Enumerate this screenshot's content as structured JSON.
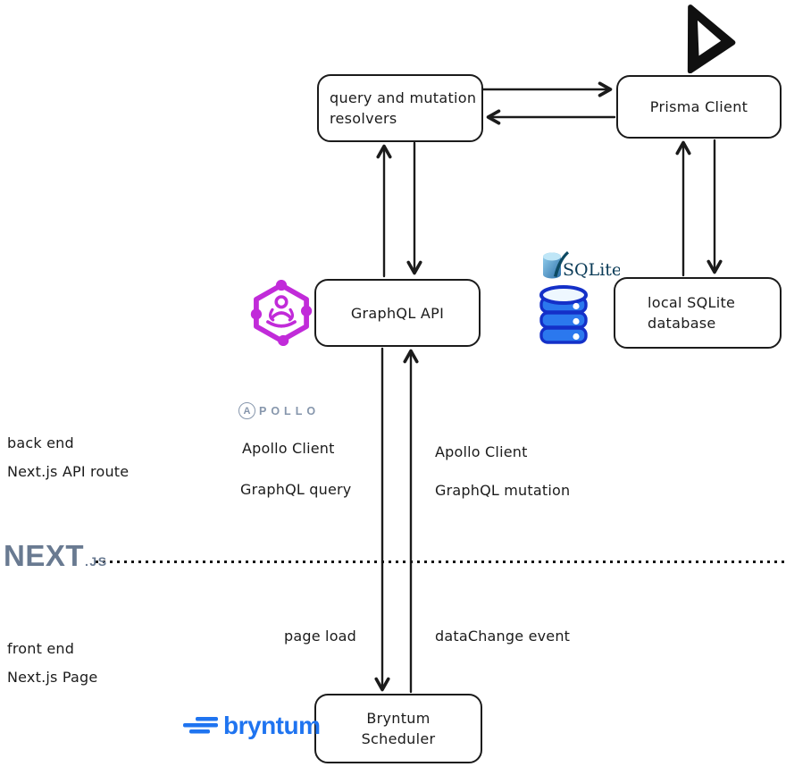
{
  "colors": {
    "ink": "#1b1b1b",
    "yoga_magenta": "#c12bd9",
    "apollo_gray": "#8696ac",
    "nextjs_gray": "#697a91",
    "bryntum_blue": "#1f74f0",
    "sqlite_navy": "#0a3b57",
    "database_blue": "#2b78ee"
  },
  "boxes": {
    "resolvers": {
      "label": "query and mutation\nresolvers"
    },
    "prisma_client": {
      "label": "Prisma Client"
    },
    "graphql_api": {
      "label": "GraphQL API"
    },
    "local_sqlite_db": {
      "label": "local SQLite\ndatabase"
    },
    "bryntum_scheduler": {
      "label": "Bryntum\nScheduler"
    }
  },
  "labels": {
    "back_end": "back end",
    "nextjs_api_route": "Next.js API route",
    "front_end": "front end",
    "nextjs_page": "Next.js Page",
    "apollo_client_query_title": "Apollo Client",
    "graphql_query": "GraphQL query",
    "apollo_client_mutation_title": "Apollo Client",
    "graphql_mutation": "GraphQL mutation",
    "page_load": "page load",
    "datachange_event": "dataChange event"
  },
  "logos": {
    "apollo": {
      "initial": "A",
      "rest": "POLLO"
    },
    "nextjs": {
      "name": "NEXT",
      "suffix": ".JS"
    },
    "bryntum": {
      "wordmark": "bryntum"
    },
    "sqlite": {
      "wordmark": "SQLite"
    }
  },
  "icons": {
    "prisma": "prisma-triangle-icon",
    "graphql_yoga": "graphql-yoga-hexagon-icon",
    "sqlite": "sqlite-feather-cylinder-icon",
    "database": "database-cylinder-icon",
    "bryntum": "bryntum-bars-icon"
  }
}
